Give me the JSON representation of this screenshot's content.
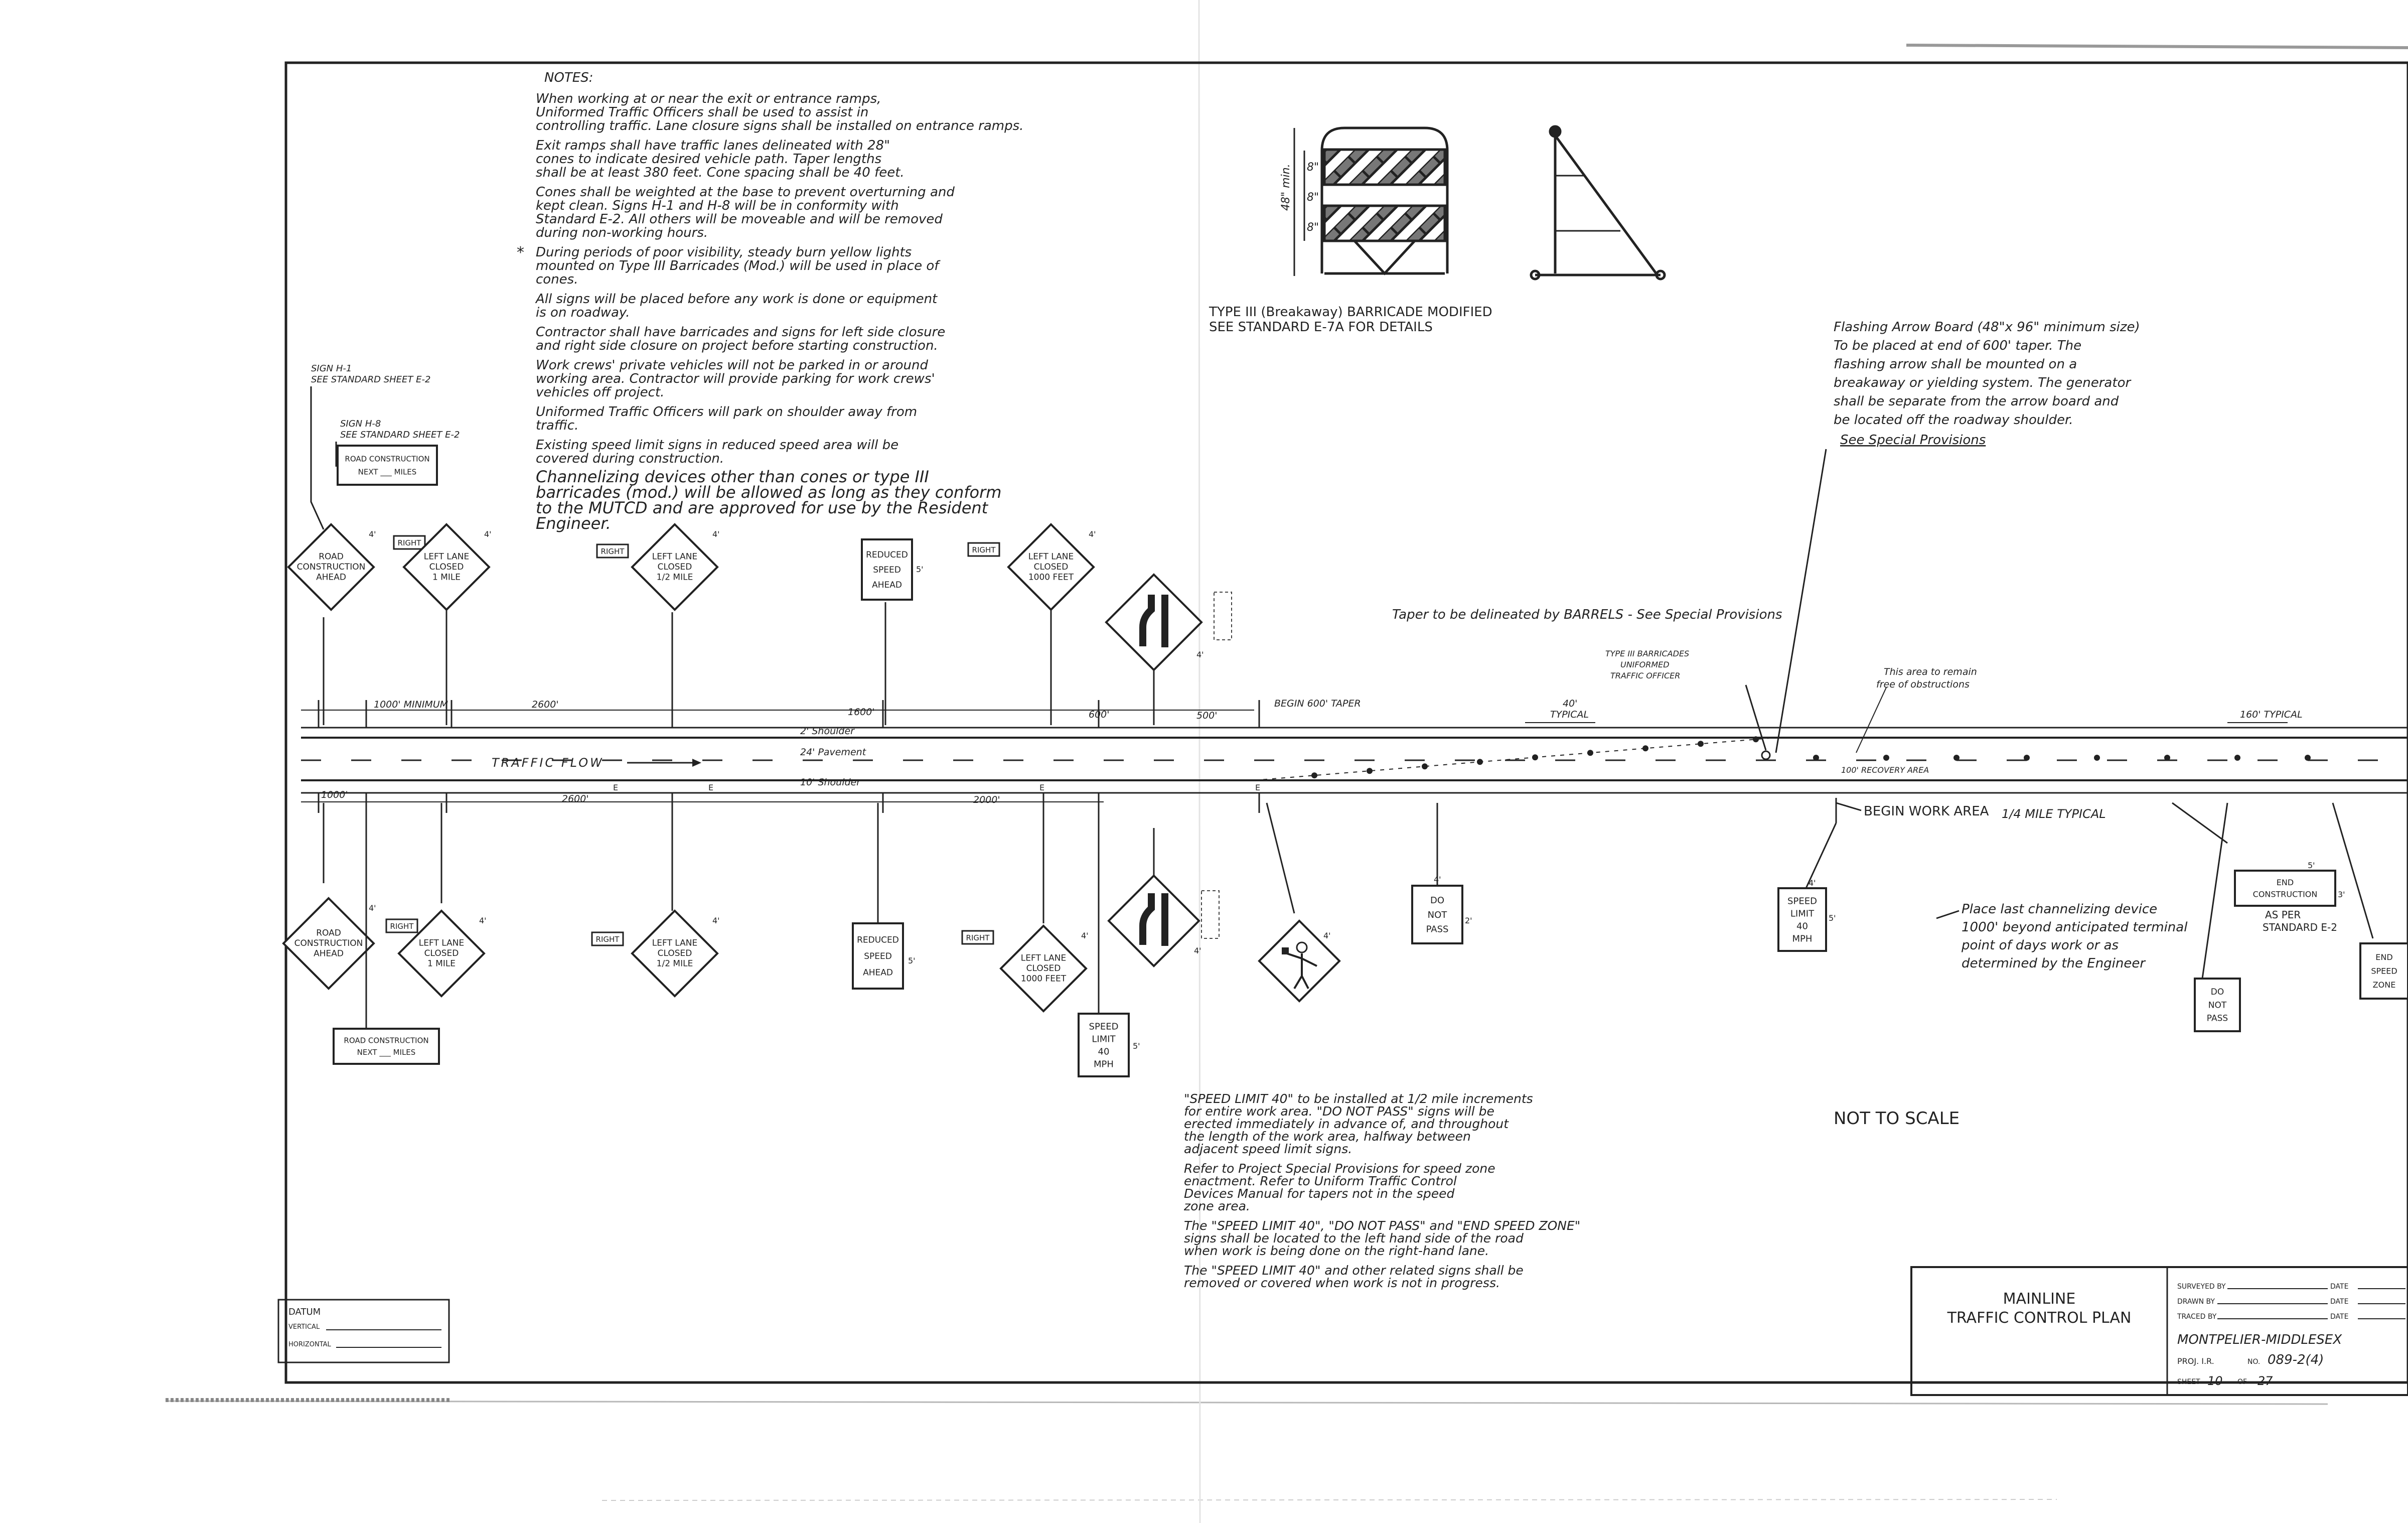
{
  "notes": {
    "heading": "NOTES:",
    "items": [
      {
        "lines": [
          "When working at or near the exit or entrance ramps,",
          "Uniformed Traffic Officers shall be used to assist in",
          "controlling traffic. Lane closure signs shall be installed on entrance ramps."
        ]
      },
      {
        "lines": [
          "Exit ramps shall have traffic lanes delineated with 28\"",
          "cones to indicate desired vehicle path. Taper lengths",
          "shall be at least 380 feet. Cone spacing shall be 40 feet."
        ]
      },
      {
        "lines": [
          "Cones shall be weighted at the base to prevent overturning and",
          "kept clean. Signs H-1 and H-8 will be in conformity with",
          "Standard E-2. All others will be moveable and will be removed",
          "during non-working hours."
        ]
      },
      {
        "lines": [
          "During periods of poor visibility, steady burn yellow lights",
          "mounted on Type III Barricades (Mod.) will be used in place of",
          "cones."
        ]
      },
      {
        "lines": [
          "All signs will be placed before any work is done or equipment",
          "is on roadway."
        ]
      },
      {
        "lines": [
          "Contractor shall have barricades and signs for left side closure",
          "and right side closure on project before starting construction."
        ]
      },
      {
        "lines": [
          "Work crews' private vehicles will not be parked in or around",
          "working area. Contractor will provide parking for work crews'",
          "vehicles off project."
        ]
      },
      {
        "lines": [
          "Uniformed Traffic Officers will park on shoulder away from",
          "traffic."
        ]
      },
      {
        "lines": [
          "Existing speed limit signs in reduced speed area will be",
          "covered during construction."
        ]
      },
      {
        "lines": [
          "Channelizing devices other than cones or type III",
          "barricades (mod.) will be allowed as long as they conform",
          "to the MUTCD and are approved for use by the Resident",
          "Engineer."
        ]
      }
    ],
    "asterisk": "*"
  },
  "barricade": {
    "label_line1": "TYPE III (Breakaway) BARRICADE MODIFIED",
    "label_line2": "SEE STANDARD E-7A FOR DETAILS",
    "dim_total": "48\" min.",
    "dim_a": "8\"",
    "dim_b": "8\"",
    "dim_c": "8\""
  },
  "arrow_board": {
    "lines": [
      "Flashing Arrow Board (48\"x 96\" minimum size)",
      "To be placed at end of 600' taper. The",
      "flashing arrow shall be mounted on a",
      "breakaway or yielding system. The generator",
      "shall be separate from the arrow board and",
      "be located off the roadway shoulder."
    ],
    "link": "See Special Provisions"
  },
  "sign_refs": {
    "h1_line1": "SIGN H-1",
    "h1_line2": "SEE STANDARD SHEET E-2",
    "h8_line1": "SIGN H-8",
    "h8_line2": "SEE STANDARD SHEET E-2"
  },
  "signs": {
    "road_construction_ahead": [
      "ROAD",
      "CONSTRUCTION",
      "AHEAD"
    ],
    "road_construction_next": [
      "ROAD CONSTRUCTION",
      "NEXT ___ MILES"
    ],
    "right": "RIGHT",
    "left_lane_closed_1_mile": [
      "LEFT LANE",
      "CLOSED",
      "1 MILE"
    ],
    "left_lane_closed_half_mile": [
      "LEFT LANE",
      "CLOSED",
      "1/2 MILE"
    ],
    "left_lane_closed_1000_feet": [
      "LEFT LANE",
      "CLOSED",
      "1000 FEET"
    ],
    "reduced_speed_ahead": [
      "REDUCED",
      "SPEED",
      "AHEAD"
    ],
    "speed_limit_40": [
      "SPEED",
      "LIMIT",
      "40",
      "MPH"
    ],
    "do_not_pass": [
      "DO",
      "NOT",
      "PASS"
    ],
    "end_construction": [
      "END",
      "CONSTRUCTION"
    ],
    "end_speed_zone": [
      "END",
      "SPEED",
      "ZONE"
    ],
    "as_per": [
      "AS PER",
      "STANDARD E-2"
    ],
    "sizes": {
      "s4": "4'",
      "s5": "5'",
      "s3": "3'",
      "s2": "2'"
    }
  },
  "road": {
    "traffic_flow": "TRAFFIC FLOW",
    "shoulder_top": "2' Shoulder",
    "pavement": "24' Pavement",
    "shoulder_bottom": "10' Shoulder",
    "dim_1000_min": "1000' MINIMUM",
    "dim_2600_top": "2600'",
    "dim_1600": "1600'",
    "dim_600": "600'",
    "dim_500": "500'",
    "begin_taper": "BEGIN 600' TAPER",
    "dim_40_typical": [
      "40'",
      "TYPICAL"
    ],
    "barricades_officer": [
      "TYPE III BARRICADES",
      "UNIFORMED",
      "TRAFFIC OFFICER"
    ],
    "keep_free": [
      "This area to remain",
      "free of obstructions"
    ],
    "dim_160_typical": "160' TYPICAL",
    "recovery_area": "100' RECOVERY AREA",
    "taper_note": "Taper to be delineated by BARRELS - See Special Provisions",
    "dim_1000_bottom": "1000'",
    "dim_2600_bottom": "2600'",
    "dim_2000": "2000'",
    "begin_work_area": "BEGIN WORK AREA",
    "quarter_mile": "1/4 MILE TYPICAL",
    "e_mark": "E"
  },
  "place_last": {
    "lines": [
      "Place last channelizing device",
      "1000' beyond anticipated terminal",
      "point of days work or as",
      "determined by the Engineer"
    ]
  },
  "speed_notes": {
    "items": [
      {
        "lines": [
          "\"SPEED LIMIT 40\" to be installed at 1/2 mile increments",
          "for entire work area. \"DO NOT PASS\" signs will be",
          "erected immediately in advance of, and throughout",
          "the length of the work area, halfway between",
          "adjacent speed limit signs."
        ]
      },
      {
        "lines": [
          "Refer to Project Special Provisions for speed zone",
          "enactment. Refer to Uniform Traffic Control",
          "Devices Manual for tapers not in the speed",
          "zone area."
        ]
      },
      {
        "lines": [
          "The \"SPEED LIMIT 40\", \"DO NOT PASS\" and \"END SPEED ZONE\"",
          "signs shall be located to the left hand side of the road",
          "when work is being done on the right-hand lane."
        ]
      },
      {
        "lines": [
          "The \"SPEED LIMIT 40\" and other related signs shall be",
          "removed or covered when work is not in progress."
        ]
      }
    ]
  },
  "not_to_scale": "NOT TO SCALE",
  "datum": {
    "title": "DATUM",
    "vertical": "VERTICAL",
    "horizontal": "HORIZONTAL"
  },
  "title_block": {
    "title_line1": "MAINLINE",
    "title_line2": "TRAFFIC CONTROL PLAN",
    "surveyed_by": "SURVEYED BY",
    "drawn_by": "DRAWN BY",
    "traced_by": "TRACED BY",
    "date": "DATE",
    "location": "MONTPELIER-MIDDLESEX",
    "proj_label": "PROJ. I.R.",
    "proj_no_label": "NO.",
    "proj_no": "089-2(4)",
    "sheet_label": "SHEET",
    "sheet_no": "10",
    "of_label": "OF",
    "sheet_total": "27"
  }
}
